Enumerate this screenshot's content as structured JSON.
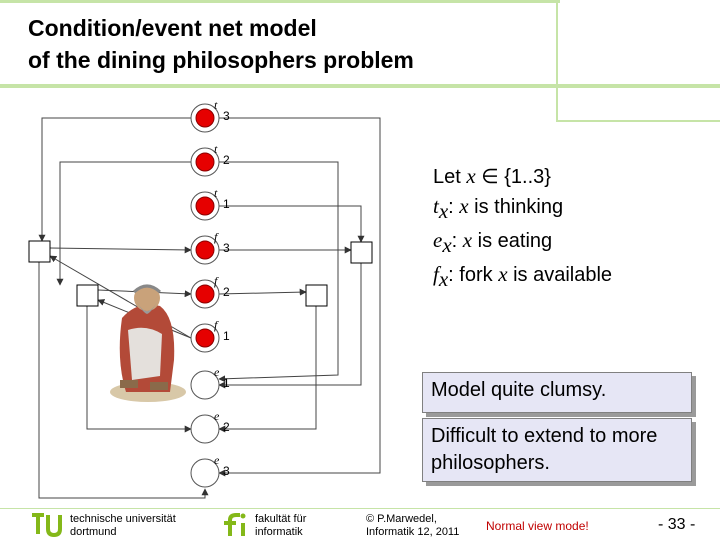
{
  "title": {
    "line1": "Condition/event net model",
    "line2": "of the dining philosophers problem"
  },
  "places": [
    {
      "id": "t3",
      "letter": "t",
      "index": "3",
      "marked": true
    },
    {
      "id": "t2",
      "letter": "t",
      "index": "2",
      "marked": true
    },
    {
      "id": "t1",
      "letter": "t",
      "index": "1",
      "marked": true
    },
    {
      "id": "f3",
      "letter": "f",
      "index": "3",
      "marked": true
    },
    {
      "id": "f2",
      "letter": "f",
      "index": "2",
      "marked": true
    },
    {
      "id": "f1",
      "letter": "f",
      "index": "1",
      "marked": true
    },
    {
      "id": "e1",
      "letter": "e",
      "index": "1",
      "marked": false
    },
    {
      "id": "e2",
      "letter": "e",
      "index": "2",
      "marked": false
    },
    {
      "id": "e3",
      "letter": "e",
      "index": "3",
      "marked": false
    }
  ],
  "legend": {
    "line1_prefix": "Let ",
    "line1_var": "x",
    "line1_symbol": " ∈ ",
    "line1_rest": "{1..3}",
    "line2_var": "t",
    "line2_sub": "x",
    "line2_colon": ": ",
    "line2_var2": "x",
    "line2_rest": " is thinking",
    "line3_var": "e",
    "line3_sub": "x",
    "line3_colon": ": ",
    "line3_var2": "x",
    "line3_rest": " is eating",
    "line4_var": "f",
    "line4_sub": "x",
    "line4_colon": ": fork ",
    "line4_var2": "x",
    "line4_rest": " is available"
  },
  "notes": {
    "clumsy": "Model quite clumsy.",
    "extend": "Difficult to extend to more philosophers."
  },
  "footer": {
    "tu_line1": "technische universität",
    "tu_line2": "dortmund",
    "fi_line1": "fakultät für",
    "fi_line2": "informatik",
    "copyright_line1": "© P.Marwedel,",
    "copyright_line2": "Informatik 12,  2011",
    "normal_view": "Normal view mode!",
    "page": "-  33 -"
  },
  "colors": {
    "token": "#e60000",
    "accent_green": "#c6e4a7",
    "note_bg": "#e6e6f5",
    "logo_green": "#84b819"
  }
}
